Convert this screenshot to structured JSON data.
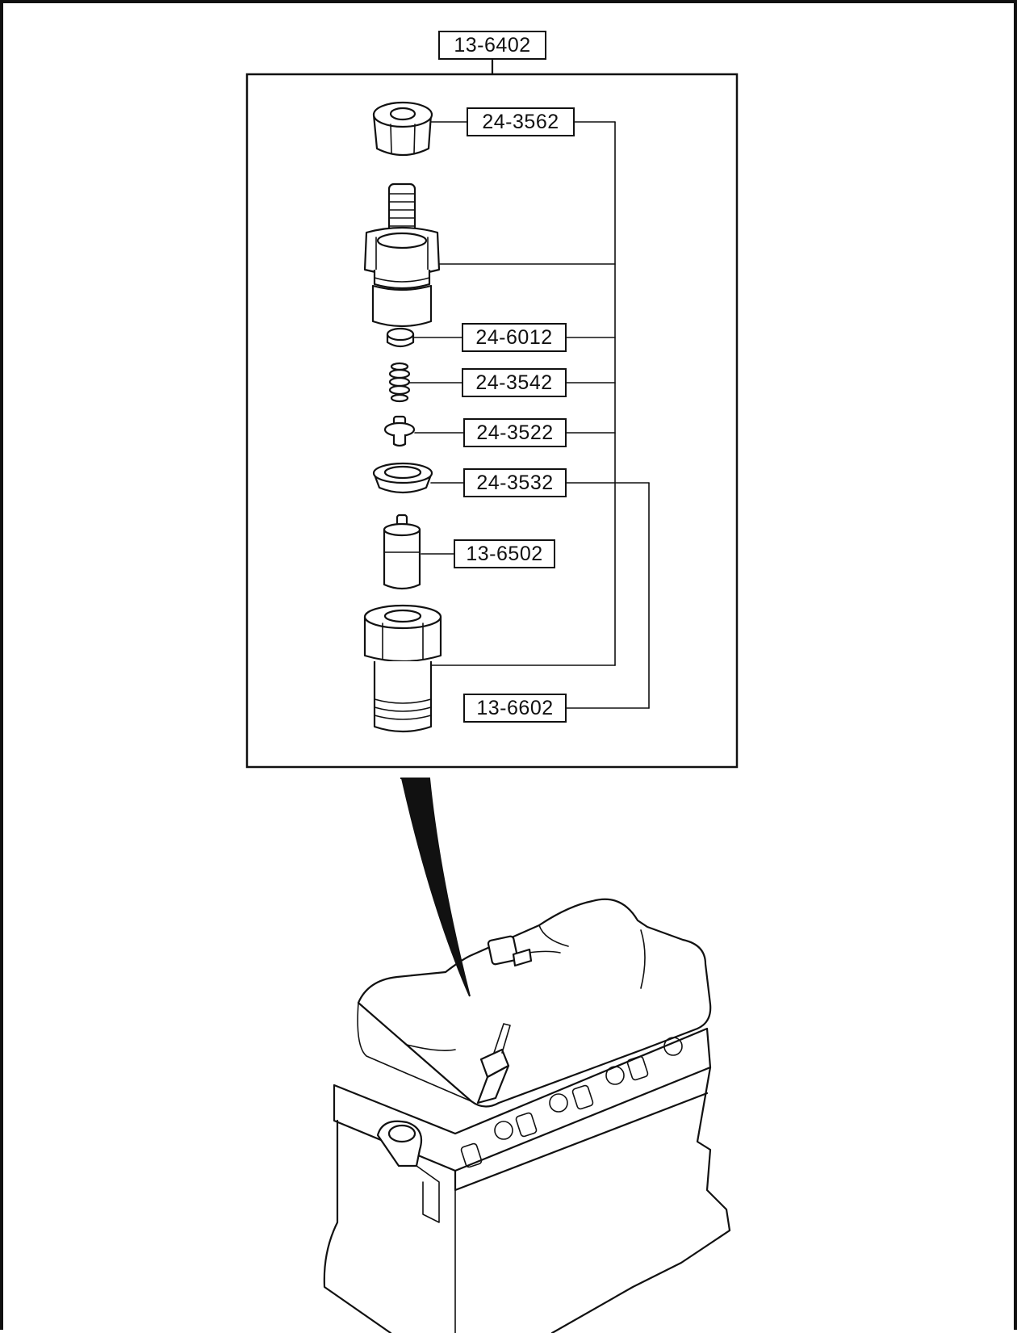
{
  "diagram": {
    "assembly_part_number": "13-6402",
    "parts": [
      {
        "id": "nut",
        "part_number": "24-3562"
      },
      {
        "id": "shim",
        "part_number": "24-6012"
      },
      {
        "id": "spring",
        "part_number": "24-3542"
      },
      {
        "id": "spring-seat",
        "part_number": "24-3522"
      },
      {
        "id": "spacer",
        "part_number": "24-3532"
      },
      {
        "id": "nozzle",
        "part_number": "13-6502"
      },
      {
        "id": "retaining-nut",
        "part_number": "13-6602"
      }
    ],
    "colors": {
      "line": "#111111",
      "background": "#ffffff"
    },
    "icons": [
      "injector-nozzle-icon",
      "engine-block-icon"
    ]
  }
}
